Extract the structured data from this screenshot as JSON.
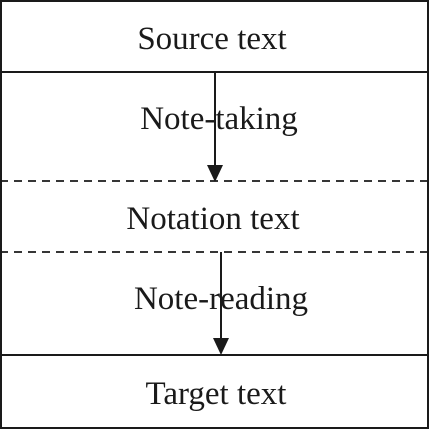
{
  "diagram": {
    "labels": {
      "source": "Source text",
      "note_taking": "Note-taking",
      "notation": "Notation text",
      "note_reading": "Note-reading",
      "target": "Target text"
    },
    "colors": {
      "ink": "#1a1a1a",
      "background": "#ffffff"
    }
  }
}
